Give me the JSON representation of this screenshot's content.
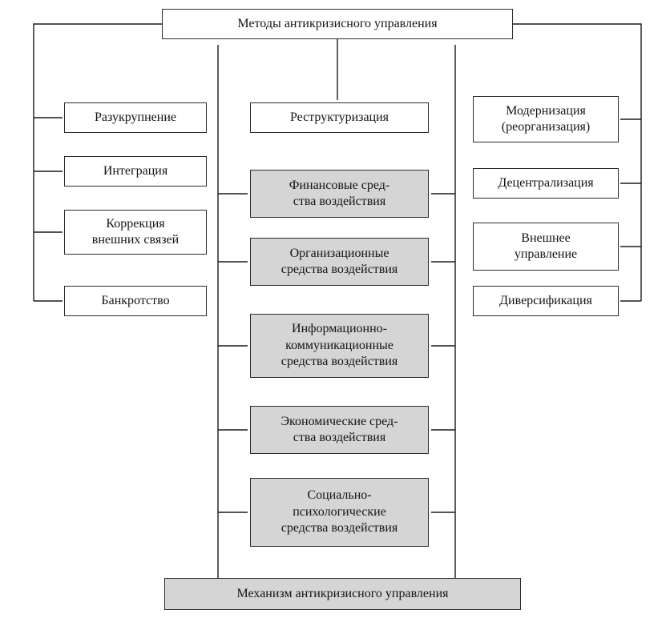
{
  "nodes": {
    "top": {
      "label": "Методы антикризисного управления"
    },
    "bottom": {
      "label": "Механизм антикризисного управления"
    },
    "left": [
      {
        "label": "Разукрупнение"
      },
      {
        "label": "Интеграция"
      },
      {
        "label": "Коррекция\nвнешних связей"
      },
      {
        "label": "Банкротство"
      }
    ],
    "middle_white": {
      "label": "Реструктуризация"
    },
    "middle_gray": [
      {
        "label": "Финансовые сред-\nства воздействия"
      },
      {
        "label": "Организационные\nсредства воздействия"
      },
      {
        "label": "Информационно-\nкоммуникационные\nсредства воздействия"
      },
      {
        "label": "Экономические сред-\nства воздействия"
      },
      {
        "label": "Социально-\nпсихологические\nсредства воздействия"
      }
    ],
    "right": [
      {
        "label": "Модернизация\n(реорганизация)"
      },
      {
        "label": "Децентрализация"
      },
      {
        "label": "Внешнее\nуправление"
      },
      {
        "label": "Диверсификация"
      }
    ]
  },
  "colors": {
    "background": "#ffffff",
    "box_fill_white": "#ffffff",
    "box_fill_gray": "#d5d5d5",
    "border": "#2b2b2b",
    "text": "#141414",
    "line": "#1a1a1a"
  }
}
